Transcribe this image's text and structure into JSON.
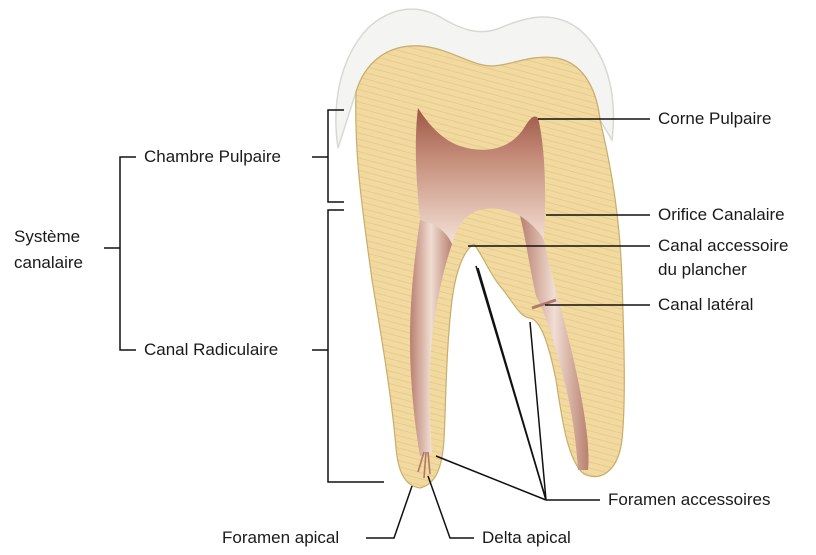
{
  "labels": {
    "systeme_canalaire_line1": "Système",
    "systeme_canalaire_line2": "canalaire",
    "chambre_pulpaire": "Chambre Pulpaire",
    "canal_radiculaire": "Canal Radiculaire",
    "corne_pulpaire": "Corne Pulpaire",
    "orifice_canalaire": "Orifice Canalaire",
    "canal_accessoire_line1": "Canal accessoire",
    "canal_accessoire_line2": "du plancher",
    "canal_lateral": "Canal latéral",
    "foramen_accessoires": "Foramen accessoires",
    "foramen_apical": "Foramen apical",
    "delta_apical": "Delta apical"
  },
  "colors": {
    "enamel": "#f4f4f2",
    "dentin": "#f1d9a0",
    "dentin_stripe": "#e3c683",
    "pulp": "#b06e5d",
    "pulp_light": "#f2dcd2",
    "line": "#111111"
  }
}
